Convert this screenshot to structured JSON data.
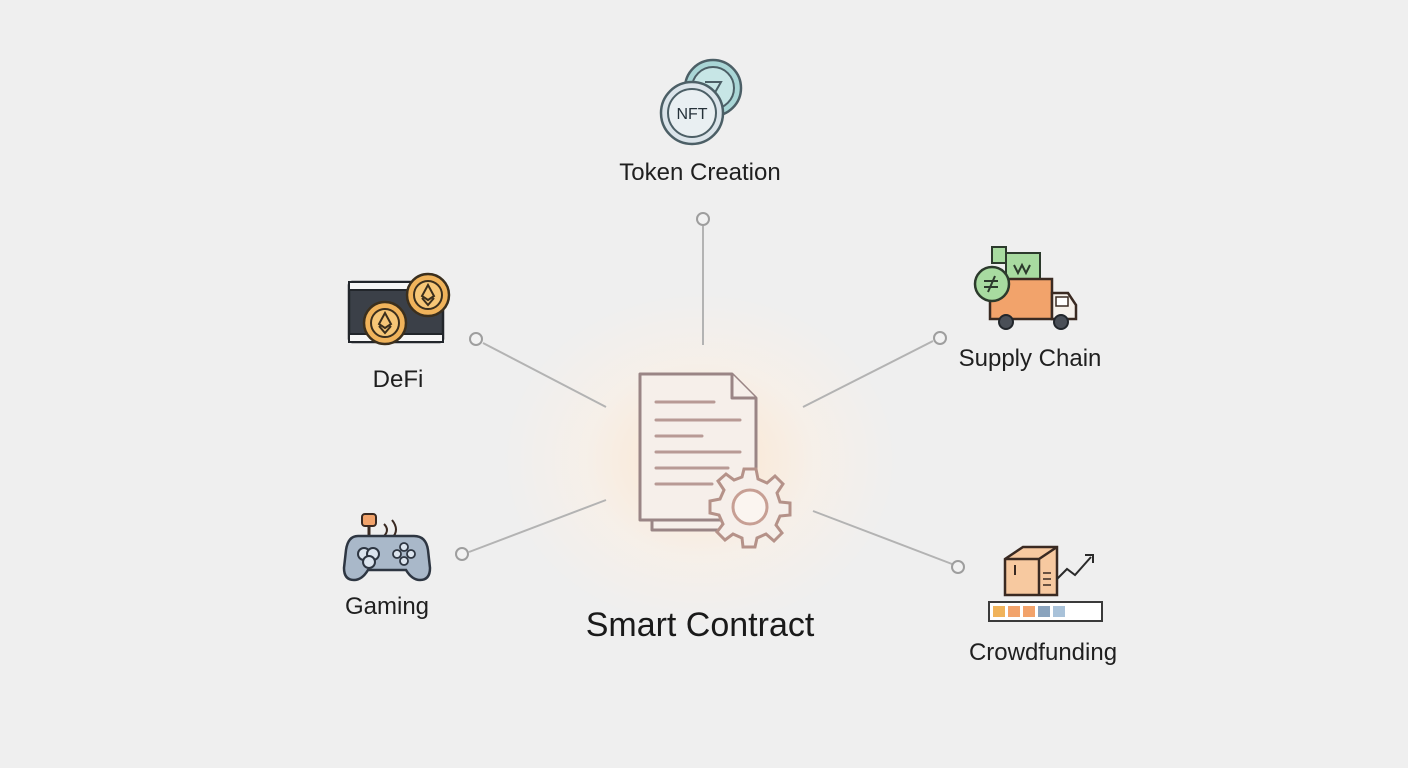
{
  "center": {
    "label": "Smart Contract",
    "icon": "contract-gear-icon"
  },
  "nodes": [
    {
      "id": "token-creation",
      "label": "Token Creation",
      "icon": "nft-token-icon"
    },
    {
      "id": "defi",
      "label": "DeFi",
      "icon": "defi-screen-coins-icon"
    },
    {
      "id": "supply-chain",
      "label": "Supply Chain",
      "icon": "delivery-truck-icon"
    },
    {
      "id": "gaming",
      "label": "Gaming",
      "icon": "game-controller-icon"
    },
    {
      "id": "crowdfunding",
      "label": "Crowdfunding",
      "icon": "box-progress-icon"
    }
  ],
  "icon_text": {
    "nft_badge": "NFT"
  },
  "colors": {
    "background": "#efefef",
    "connector": "#b3b3b3",
    "coin_gold": "#f0b35b",
    "teal": "#a9d6d6",
    "orange": "#f2a36b",
    "green": "#a8dba0",
    "controller": "#a9b8c9"
  }
}
